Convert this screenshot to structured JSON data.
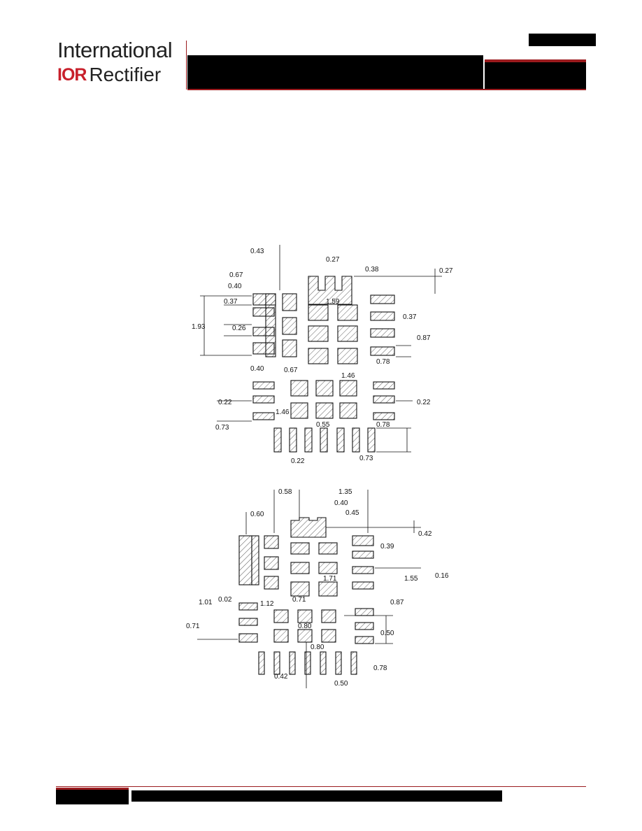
{
  "header": {
    "brand_line1": "International",
    "brand_mark": "IOR",
    "brand_line2": "Rectifier"
  },
  "diagram_top": {
    "labels": [
      "0.43",
      "0.27",
      "0.38",
      "0.27",
      "0.67",
      "0.40",
      "0.37",
      "1.59",
      "0.37",
      "1.93",
      "0.26",
      "0.87",
      "0.40",
      "0.67",
      "1.46",
      "0.78",
      "0.22",
      "0.22",
      "1.46",
      "0.55",
      "0.78",
      "0.73",
      "0.22",
      "0.73"
    ]
  },
  "diagram_bottom": {
    "labels": [
      "0.58",
      "1.35",
      "0.40",
      "0.45",
      "0.60",
      "0.42",
      "0.39",
      "1.71",
      "1.55",
      "0.16",
      "1.01",
      "0.02",
      "1.12",
      "0.71",
      "0.87",
      "0.71",
      "0.80",
      "0.50",
      "0.80",
      "0.78",
      "0.42",
      "0.50"
    ]
  }
}
